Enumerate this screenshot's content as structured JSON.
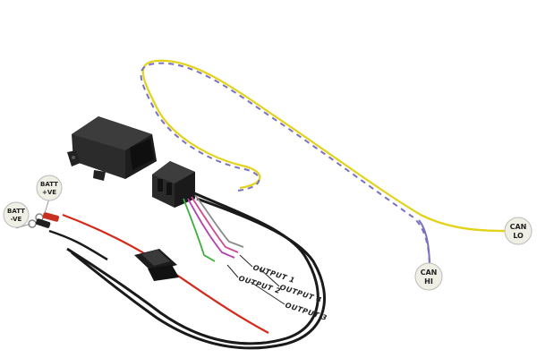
{
  "labels": {
    "batt_pos": {
      "line1": "BATT",
      "line2": "+VE"
    },
    "batt_neg": {
      "line1": "BATT",
      "line2": "-VE"
    },
    "can_hi": {
      "line1": "CAN",
      "line2": "HI"
    },
    "can_lo": {
      "line1": "CAN",
      "line2": "LO"
    }
  },
  "outputs": [
    "OUTPUT 1",
    "OUTPUT 2",
    "OUTPUT 4",
    "OUTPUT 3"
  ],
  "colors": {
    "can_yellow": "#e3d21a",
    "can_purple": "#7a70c0",
    "wire_red": "#d42a1a",
    "wire_black": "#1a1a1a",
    "wire_green": "#3cae3c",
    "wire_purple": "#b040b0",
    "wire_pink": "#d04890",
    "module_body": "#2a2a2a",
    "tag_fill": "#efefe6"
  },
  "icons": [
    "ecu-module-icon",
    "multi-pin-connector-icon",
    "inline-fuse-holder-icon",
    "ring-terminal-icon"
  ]
}
